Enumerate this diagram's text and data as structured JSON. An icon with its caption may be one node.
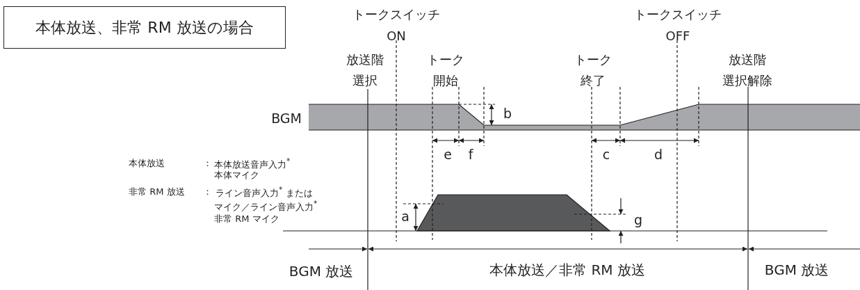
{
  "diagram": {
    "nodes": [
      {
        "text": [
          "本体放送、非常 RM 放送の場合"
        ]
      }
    ],
    "labels": [
      "トークスイッチ ON",
      "トークスイッチ OFF",
      "放送階選択",
      "トーク開始",
      "トーク終了",
      "放送階選択解除",
      "BGM",
      "b",
      "e",
      "f",
      "c",
      "d",
      "本体放送",
      "：",
      "本体放送音声入力$^{*}$",
      "本体マイク",
      "非常 RM 放送",
      "：",
      "ライン音声入力$^{*}$ または",
      "マイク／ライン音声入力$^{*}$",
      "非常 RM マイク",
      "a",
      "g",
      "BGM 放送",
      "本体放送／非常 RM 放送",
      "BGM 放送"
    ]
  }
}
